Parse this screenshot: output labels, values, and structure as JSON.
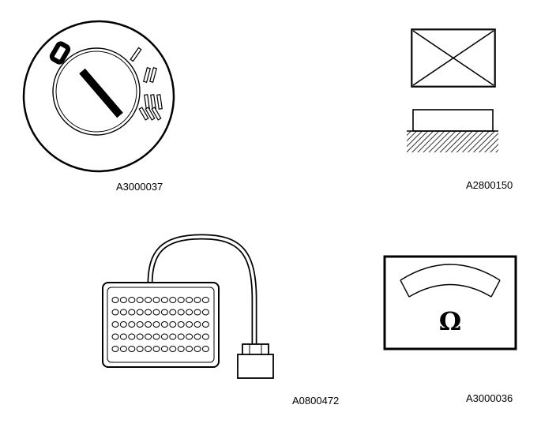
{
  "figures": [
    {
      "id": "ignition-switch",
      "code": "A3000037"
    },
    {
      "id": "relay-removed",
      "code": "A2800150"
    },
    {
      "id": "breakout-box",
      "code": "A0800472"
    },
    {
      "id": "ohmmeter",
      "code": "A3000036"
    }
  ],
  "ignition": {
    "position_labels": [
      "0",
      "I",
      "II",
      "III"
    ]
  },
  "ohmmeter": {
    "symbol": "Ω"
  },
  "colors": {
    "ink": "#000000",
    "paper": "#ffffff"
  }
}
